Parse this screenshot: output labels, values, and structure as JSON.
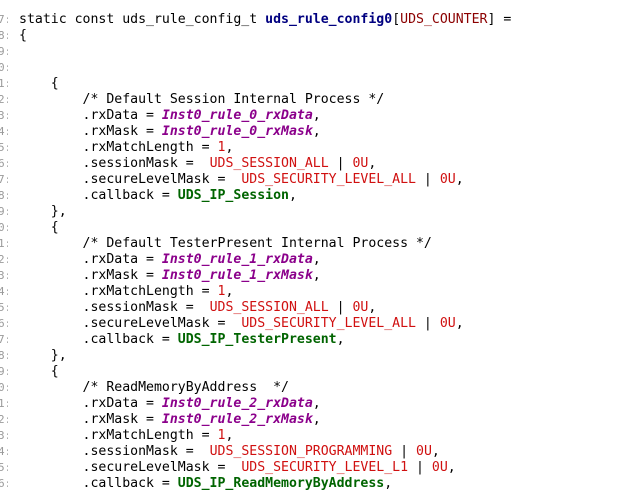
{
  "colors": {
    "background": "#ffffff",
    "gutter": "#9a9a9a",
    "plain": "#000000",
    "function": "#000080",
    "macro": "#8b0000",
    "variable": "#8b008b",
    "constant": "#d01010",
    "callback": "#006400"
  },
  "editor": {
    "lines": [
      {
        "gutter": "7:",
        "tokens": [
          {
            "t": "plain",
            "v": "static const uds_rule_config_t "
          },
          {
            "t": "func",
            "v": "uds_rule_config0"
          },
          {
            "t": "plain",
            "v": "["
          },
          {
            "t": "macro",
            "v": "UDS_COUNTER"
          },
          {
            "t": "plain",
            "v": "] ="
          }
        ]
      },
      {
        "gutter": "8:",
        "tokens": [
          {
            "t": "plain",
            "v": "{"
          }
        ]
      },
      {
        "gutter": "9:",
        "tokens": []
      },
      {
        "gutter": "0:",
        "tokens": []
      },
      {
        "gutter": "1:",
        "tokens": [
          {
            "t": "plain",
            "v": "    {"
          }
        ]
      },
      {
        "gutter": "2:",
        "tokens": [
          {
            "t": "comment",
            "v": "        /* Default Session Internal Process */"
          }
        ]
      },
      {
        "gutter": "3:",
        "tokens": [
          {
            "t": "field",
            "v": "        .rxData = "
          },
          {
            "t": "var",
            "v": "Inst0_rule_0_rxData"
          },
          {
            "t": "plain",
            "v": ","
          }
        ]
      },
      {
        "gutter": "4:",
        "tokens": [
          {
            "t": "field",
            "v": "        .rxMask = "
          },
          {
            "t": "var",
            "v": "Inst0_rule_0_rxMask"
          },
          {
            "t": "plain",
            "v": ","
          }
        ]
      },
      {
        "gutter": "5:",
        "tokens": [
          {
            "t": "field",
            "v": "        .rxMatchLength = "
          },
          {
            "t": "num",
            "v": "1"
          },
          {
            "t": "plain",
            "v": ","
          }
        ]
      },
      {
        "gutter": "6:",
        "tokens": [
          {
            "t": "field",
            "v": "        .sessionMask =  "
          },
          {
            "t": "const",
            "v": "UDS_SESSION_ALL"
          },
          {
            "t": "plain",
            "v": " | "
          },
          {
            "t": "num",
            "v": "0U"
          },
          {
            "t": "plain",
            "v": ","
          }
        ]
      },
      {
        "gutter": "7:",
        "tokens": [
          {
            "t": "field",
            "v": "        .secureLevelMask =  "
          },
          {
            "t": "const",
            "v": "UDS_SECURITY_LEVEL_ALL"
          },
          {
            "t": "plain",
            "v": " | "
          },
          {
            "t": "num",
            "v": "0U"
          },
          {
            "t": "plain",
            "v": ","
          }
        ]
      },
      {
        "gutter": "8:",
        "tokens": [
          {
            "t": "field",
            "v": "        .callback = "
          },
          {
            "t": "call",
            "v": "UDS_IP_Session"
          },
          {
            "t": "plain",
            "v": ","
          }
        ]
      },
      {
        "gutter": "9:",
        "tokens": [
          {
            "t": "plain",
            "v": "    },"
          }
        ]
      },
      {
        "gutter": "0:",
        "tokens": [
          {
            "t": "plain",
            "v": "    {"
          }
        ]
      },
      {
        "gutter": "1:",
        "tokens": [
          {
            "t": "comment",
            "v": "        /* Default TesterPresent Internal Process */"
          }
        ]
      },
      {
        "gutter": "2:",
        "tokens": [
          {
            "t": "field",
            "v": "        .rxData = "
          },
          {
            "t": "var",
            "v": "Inst0_rule_1_rxData"
          },
          {
            "t": "plain",
            "v": ","
          }
        ]
      },
      {
        "gutter": "3:",
        "tokens": [
          {
            "t": "field",
            "v": "        .rxMask = "
          },
          {
            "t": "var",
            "v": "Inst0_rule_1_rxMask"
          },
          {
            "t": "plain",
            "v": ","
          }
        ]
      },
      {
        "gutter": "4:",
        "tokens": [
          {
            "t": "field",
            "v": "        .rxMatchLength = "
          },
          {
            "t": "num",
            "v": "1"
          },
          {
            "t": "plain",
            "v": ","
          }
        ]
      },
      {
        "gutter": "5:",
        "tokens": [
          {
            "t": "field",
            "v": "        .sessionMask =  "
          },
          {
            "t": "const",
            "v": "UDS_SESSION_ALL"
          },
          {
            "t": "plain",
            "v": " | "
          },
          {
            "t": "num",
            "v": "0U"
          },
          {
            "t": "plain",
            "v": ","
          }
        ]
      },
      {
        "gutter": "6:",
        "tokens": [
          {
            "t": "field",
            "v": "        .secureLevelMask =  "
          },
          {
            "t": "const",
            "v": "UDS_SECURITY_LEVEL_ALL"
          },
          {
            "t": "plain",
            "v": " | "
          },
          {
            "t": "num",
            "v": "0U"
          },
          {
            "t": "plain",
            "v": ","
          }
        ]
      },
      {
        "gutter": "7:",
        "tokens": [
          {
            "t": "field",
            "v": "        .callback = "
          },
          {
            "t": "call",
            "v": "UDS_IP_TesterPresent"
          },
          {
            "t": "plain",
            "v": ","
          }
        ]
      },
      {
        "gutter": "8:",
        "tokens": [
          {
            "t": "plain",
            "v": "    },"
          }
        ]
      },
      {
        "gutter": "9:",
        "tokens": [
          {
            "t": "plain",
            "v": "    {"
          }
        ]
      },
      {
        "gutter": "0:",
        "tokens": [
          {
            "t": "comment",
            "v": "        /* ReadMemoryByAddress  */"
          }
        ]
      },
      {
        "gutter": "1:",
        "tokens": [
          {
            "t": "field",
            "v": "        .rxData = "
          },
          {
            "t": "var",
            "v": "Inst0_rule_2_rxData"
          },
          {
            "t": "plain",
            "v": ","
          }
        ]
      },
      {
        "gutter": "2:",
        "tokens": [
          {
            "t": "field",
            "v": "        .rxMask = "
          },
          {
            "t": "var",
            "v": "Inst0_rule_2_rxMask"
          },
          {
            "t": "plain",
            "v": ","
          }
        ]
      },
      {
        "gutter": "3:",
        "tokens": [
          {
            "t": "field",
            "v": "        .rxMatchLength = "
          },
          {
            "t": "num",
            "v": "1"
          },
          {
            "t": "plain",
            "v": ","
          }
        ]
      },
      {
        "gutter": "4:",
        "tokens": [
          {
            "t": "field",
            "v": "        .sessionMask =  "
          },
          {
            "t": "const",
            "v": "UDS_SESSION_PROGRAMMING"
          },
          {
            "t": "plain",
            "v": " | "
          },
          {
            "t": "num",
            "v": "0U"
          },
          {
            "t": "plain",
            "v": ","
          }
        ]
      },
      {
        "gutter": "5:",
        "tokens": [
          {
            "t": "field",
            "v": "        .secureLevelMask =  "
          },
          {
            "t": "const",
            "v": "UDS_SECURITY_LEVEL_L1"
          },
          {
            "t": "plain",
            "v": " | "
          },
          {
            "t": "num",
            "v": "0U"
          },
          {
            "t": "plain",
            "v": ","
          }
        ]
      },
      {
        "gutter": "6:",
        "tokens": [
          {
            "t": "field",
            "v": "        .callback = "
          },
          {
            "t": "call",
            "v": "UDS_IP_ReadMemoryByAddress"
          },
          {
            "t": "plain",
            "v": ","
          }
        ]
      },
      {
        "gutter": "7:",
        "tokens": [
          {
            "t": "plain",
            "v": "    },"
          }
        ]
      }
    ]
  }
}
